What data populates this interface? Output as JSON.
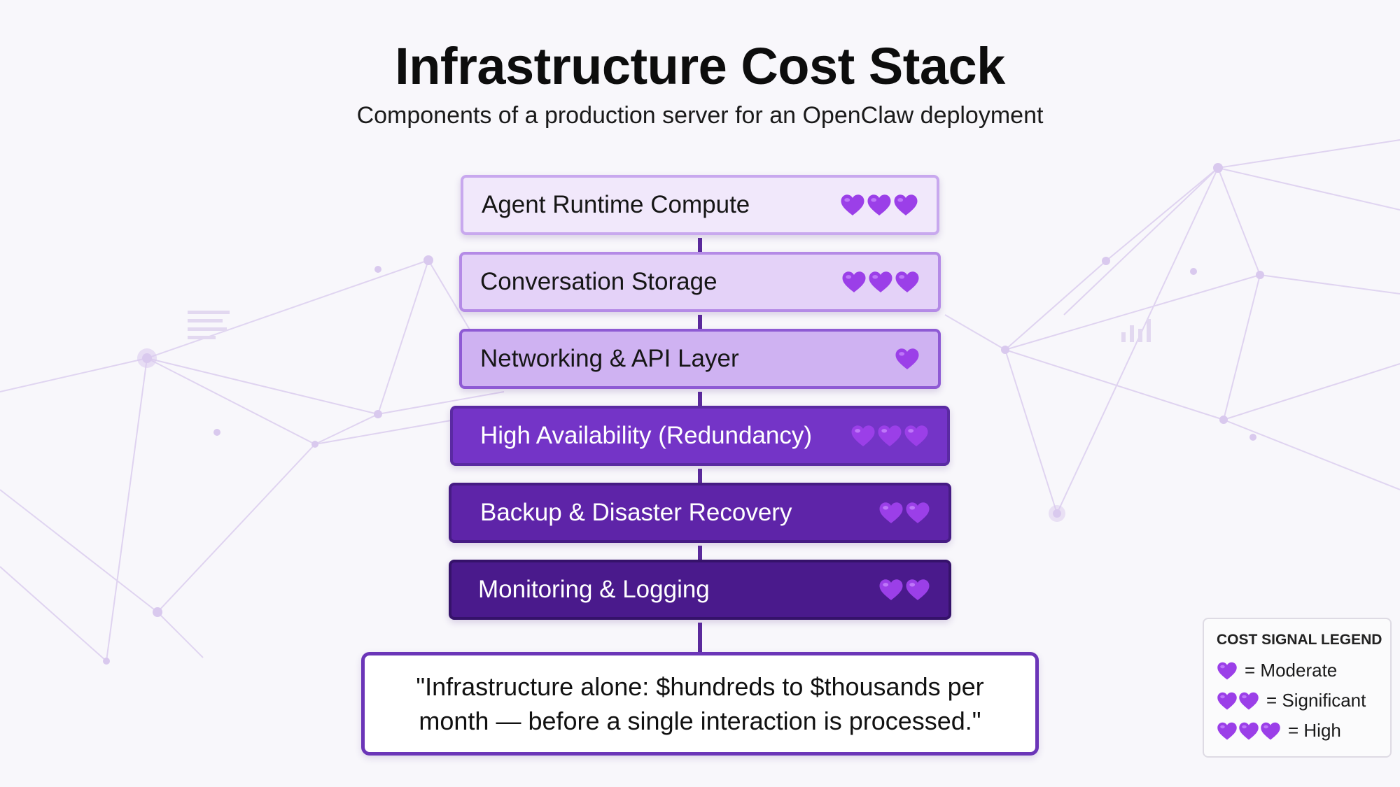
{
  "header": {
    "title": "Infrastructure Cost Stack",
    "subtitle": "Components of a production server for an OpenClaw deployment"
  },
  "colors": {
    "heart": "#9b3fe8",
    "heart_highlight": "#c98bff",
    "connector": "#5b2a9c",
    "callout_border": "#6b35b8"
  },
  "stack": {
    "layers": [
      {
        "label": "Agent Runtime Compute",
        "cost_hearts": 3,
        "bg": "#f1e8fb",
        "border": "#c8a8ee",
        "text": "#161616"
      },
      {
        "label": "Conversation Storage",
        "cost_hearts": 3,
        "bg": "#e4d2f8",
        "border": "#b48ae6",
        "text": "#161616"
      },
      {
        "label": "Networking & API Layer",
        "cost_hearts": 1,
        "bg": "#cfb2f2",
        "border": "#8e5ad4",
        "text": "#161616"
      },
      {
        "label": "High Availability (Redundancy)",
        "cost_hearts": 3,
        "bg": "#7434c7",
        "border": "#5a2aa2",
        "text": "#ffffff"
      },
      {
        "label": "Backup & Disaster Recovery",
        "cost_hearts": 2,
        "bg": "#5e24a8",
        "border": "#461b84",
        "text": "#ffffff"
      },
      {
        "label": "Monitoring & Logging",
        "cost_hearts": 2,
        "bg": "#4a1a8c",
        "border": "#35126a",
        "text": "#ffffff"
      }
    ]
  },
  "callout": {
    "text": "\"Infrastructure alone: $hundreds to $thousands per month — before a single interaction is processed.\""
  },
  "legend": {
    "title": "COST SIGNAL LEGEND",
    "items": [
      {
        "hearts": 1,
        "label": "= Moderate"
      },
      {
        "hearts": 2,
        "label": "= Significant"
      },
      {
        "hearts": 3,
        "label": "= High"
      }
    ]
  }
}
